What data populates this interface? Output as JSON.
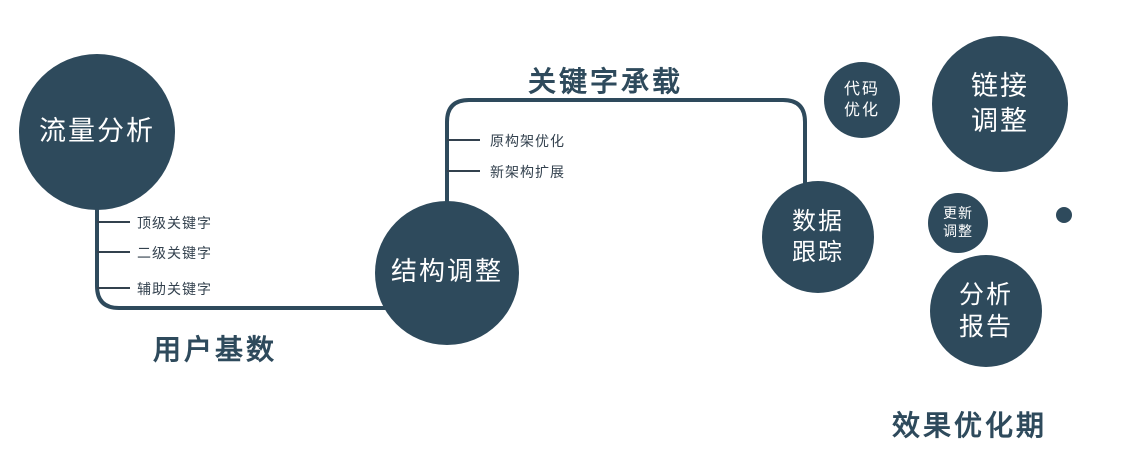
{
  "colors": {
    "primary": "#2e4a5c",
    "node_text": "#ffffff",
    "label_text": "#2e4a5c"
  },
  "nodes": {
    "traffic_analysis": {
      "label": "流量分析"
    },
    "structure_adjustment": {
      "label": "结构调整"
    },
    "data_tracking": {
      "lines": [
        "数据",
        "跟踪"
      ]
    },
    "code_optimization": {
      "lines": [
        "代码",
        "优化"
      ]
    },
    "link_adjustment": {
      "lines": [
        "链接",
        "调整"
      ]
    },
    "update_adjustment": {
      "lines": [
        "更新",
        "调整"
      ]
    },
    "analysis_report": {
      "lines": [
        "分析",
        "报告"
      ]
    }
  },
  "edge_labels": {
    "user_base": "用户基数",
    "keyword_carrying": "关键字承载"
  },
  "branch_labels": {
    "traffic": [
      "顶级关键字",
      "二级关键字",
      "辅助关键字"
    ],
    "structure": [
      "原构架优化",
      "新架构扩展"
    ]
  },
  "footer_label": "效果优化期"
}
